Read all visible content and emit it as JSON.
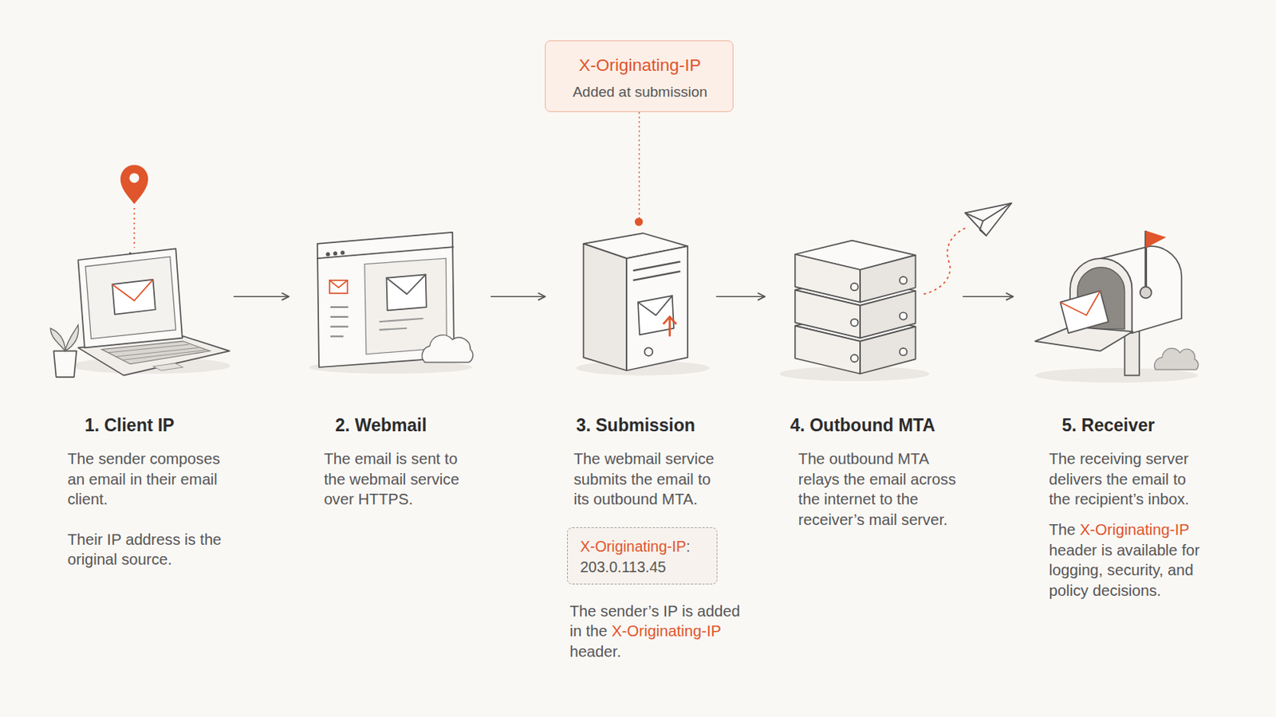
{
  "diagram": {
    "nodes": [
      {
        "text": [
          "X-Originating-IP",
          "Added at submission"
        ]
      },
      {
        "text": [
          "1. Client IP",
          "The sender composes an email in their email client.",
          "Their IP address is the original source."
        ]
      },
      {
        "text": [
          "2. Webmail",
          "The email is sent to the webmail service over HTTPS."
        ]
      },
      {
        "text": [
          "3. Submission",
          "The webmail service submits the email to its outbound MTA.",
          "The sender’s IP is added in the X-Originating-IP header."
        ]
      },
      {
        "text": [
          "X-Originating-IP: 203.0.113.45"
        ],
        "in": 3
      },
      {
        "text": [
          "4. Outbound MTA",
          "The outbound MTA relays the email across the internet to the receiver’s mail server."
        ]
      },
      {
        "text": [
          "5. Receiver",
          "The receiving server delivers the email to the recipient’s inbox.",
          "The X-Originating-IP header is available for logging, security, and policy decisions."
        ]
      }
    ],
    "edges": [
      {
        "from": 1,
        "to": 2,
        "arrow": "to"
      },
      {
        "from": 2,
        "to": 3,
        "arrow": "to"
      },
      {
        "from": 3,
        "to": 5,
        "arrow": "to"
      },
      {
        "from": 5,
        "to": 6,
        "arrow": "to"
      },
      {
        "from": 0,
        "to": 3,
        "arrow": "none"
      }
    ]
  }
}
